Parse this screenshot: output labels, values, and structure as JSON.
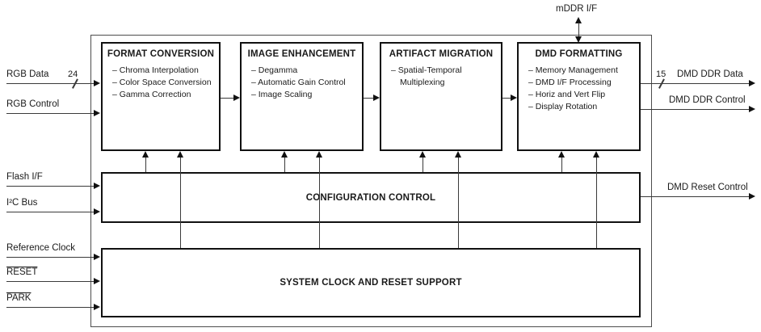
{
  "diagram": {
    "top_port": {
      "label": "mDDR I/F"
    },
    "blocks": [
      {
        "title": "FORMAT CONVERSION",
        "items": [
          "– Chroma Interpolation",
          "– Color Space Conversion",
          "– Gamma Correction"
        ]
      },
      {
        "title": "IMAGE ENHANCEMENT",
        "items": [
          "– Degamma",
          "– Automatic Gain Control",
          "– Image Scaling"
        ]
      },
      {
        "title": "ARTIFACT MIGRATION",
        "items": [
          "– Spatial-Temporal Multiplexing"
        ]
      },
      {
        "title": "DMD FORMATTING",
        "items": [
          "– Memory Management",
          "– DMD I/F Processing",
          "– Horiz and Vert Flip",
          "– Display Rotation"
        ]
      },
      {
        "title": "CONFIGURATION CONTROL",
        "items": []
      },
      {
        "title": "SYSTEM CLOCK AND RESET SUPPORT",
        "items": []
      }
    ],
    "left_ports": [
      {
        "label": "RGB Data",
        "bus_width": "24"
      },
      {
        "label": "RGB Control"
      },
      {
        "label": "Flash I/F"
      },
      {
        "label": "I²C Bus"
      },
      {
        "label": "Reference Clock"
      },
      {
        "label": "RESET",
        "active_low": true
      },
      {
        "label": "PARK",
        "active_low": true
      }
    ],
    "right_ports": [
      {
        "label": "DMD DDR Data",
        "bus_width": "15"
      },
      {
        "label": "DMD DDR Control"
      },
      {
        "label": "DMD Reset Control"
      }
    ],
    "colors": {
      "line": "#3a3a3a",
      "border": "#111111",
      "text": "#1a1a1a",
      "background": "#ffffff"
    }
  }
}
